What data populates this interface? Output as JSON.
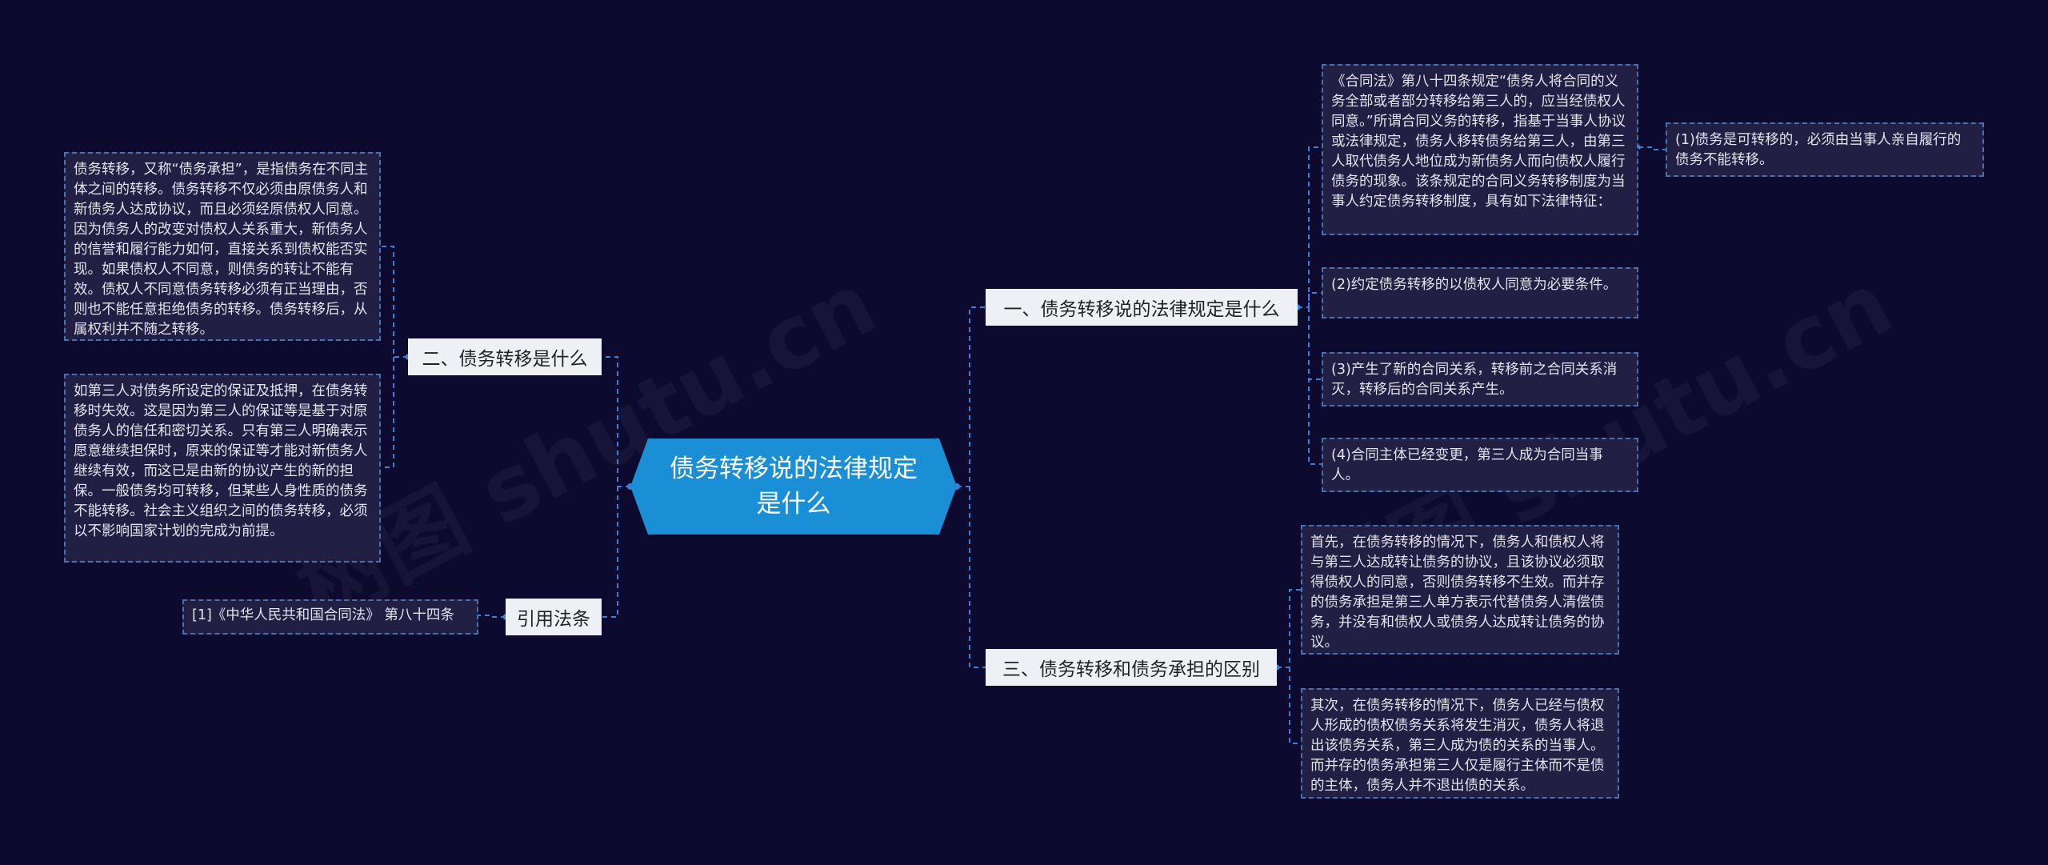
{
  "watermark": "树图 shutu.cn",
  "root": {
    "label": "债务转移说的法律规定是什么"
  },
  "branches": {
    "b1": {
      "label": "一、债务转移说的法律规定是什么",
      "leaves": [
        "《合同法》第八十四条规定“债务人将合同的义务全部或者部分转移给第三人的，应当经债权人同意。”所谓合同义务的转移，指基于当事人协议或法律规定，债务人移转债务给第三人，由第三人取代债务人地位成为新债务人而向债权人履行债务的现象。该条规定的合同义务转移制度为当事人约定债务转移制度，具有如下法律特征：",
        "(2)约定债务转移的以债权人同意为必要条件。",
        "(3)产生了新的合同关系，转移前之合同关系消灭，转移后的合同关系产生。",
        "(4)合同主体已经变更，第三人成为合同当事人。"
      ],
      "sub_leaf": "(1)债务是可转移的，必须由当事人亲自履行的债务不能转移。"
    },
    "b2": {
      "label": "二、债务转移是什么",
      "leaves": [
        "债务转移，又称“债务承担”，是指债务在不同主体之间的转移。债务转移不仅必须由原债务人和新债务人达成协议，而且必须经原债权人同意。因为债务人的改变对债权人关系重大，新债务人的信誉和履行能力如何，直接关系到债权能否实现。如果债权人不同意，则债务的转让不能有效。债权人不同意债务转移必须有正当理由，否则也不能任意拒绝债务的转移。债务转移后，从属权利并不随之转移。",
        "如第三人对债务所设定的保证及抵押，在债务转移时失效。这是因为第三人的保证等是基于对原债务人的信任和密切关系。只有第三人明确表示愿意继续担保时，原来的保证等才能对新债务人继续有效，而这已是由新的协议产生的新的担保。一般债务均可转移，但某些人身性质的债务不能转移。社会主义组织之间的债务转移，必须以不影响国家计划的完成为前提。"
      ]
    },
    "b3": {
      "label": "三、债务转移和债务承担的区别",
      "leaves": [
        "首先，在债务转移的情况下，债务人和债权人将与第三人达成转让债务的协议，且该协议必须取得债权人的同意，否则债务转移不生效。而并存的债务承担是第三人单方表示代替债务人清偿债务，并没有和债权人或债务人达成转让债务的协议。",
        "其次，在债务转移的情况下，债务人已经与债权人形成的债权债务关系将发生消灭，债务人将退出该债务关系，第三人成为债的关系的当事人。而并存的债务承担第三人仅是履行主体而不是债的主体，债务人并不退出债的关系。"
      ]
    },
    "b4": {
      "label": "引用法条",
      "leaves": [
        "[1]《中华人民共和国合同法》 第八十四条"
      ]
    }
  },
  "colors": {
    "background": "#0c0a2e",
    "root": "#1b8fd6",
    "branch": "#eef0f6",
    "leaf_border": "#4a6fae",
    "connector": "#3d7fd6"
  }
}
